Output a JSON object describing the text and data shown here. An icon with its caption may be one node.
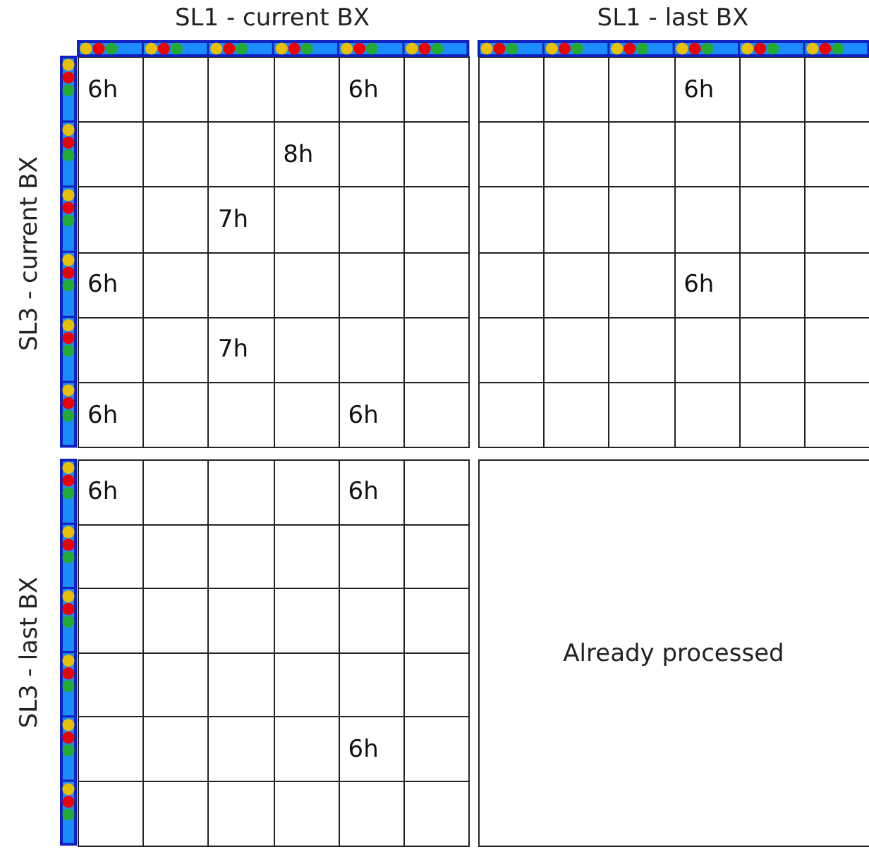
{
  "diagram": {
    "labels": [
      "SL1 - current BX",
      "SL1 - last BX",
      "SL3 - current BX",
      "6h",
      "6h",
      "6h",
      "8h",
      "7h",
      "6h",
      "6h",
      "7h",
      "6h",
      "6h",
      "SL3 - last BX",
      "6h",
      "6h",
      "6h",
      "Already processed"
    ]
  }
}
